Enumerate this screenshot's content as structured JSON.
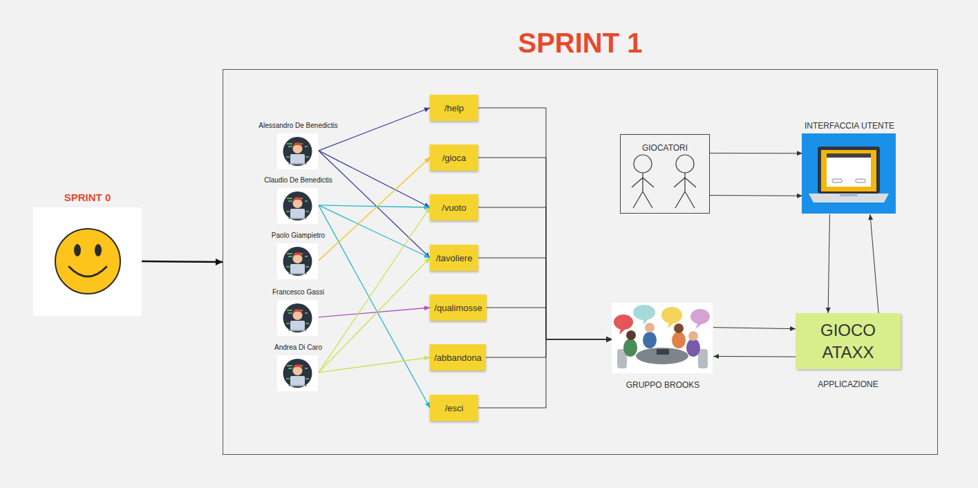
{
  "diagram": {
    "nodes": [
      {
        "text": [
          "SPRINT 0"
        ]
      },
      {
        "text": [
          "SPRINT 1"
        ]
      },
      {
        "text": [
          "Alessandro De Benedictis"
        ],
        "in": 1
      },
      {
        "text": [
          "Claudio De Benedictis"
        ],
        "in": 1
      },
      {
        "text": [
          "Paolo Giampietro"
        ],
        "in": 1
      },
      {
        "text": [
          "Francesco Gassi"
        ],
        "in": 1
      },
      {
        "text": [
          "Andrea Di Caro"
        ],
        "in": 1
      },
      {
        "text": [
          "/help"
        ],
        "in": 1
      },
      {
        "text": [
          "/gioca"
        ],
        "in": 1
      },
      {
        "text": [
          "/vuoto"
        ],
        "in": 1
      },
      {
        "text": [
          "/tavoliere"
        ],
        "in": 1
      },
      {
        "text": [
          "/qualimosse"
        ],
        "in": 1
      },
      {
        "text": [
          "/abbandona"
        ],
        "in": 1
      },
      {
        "text": [
          "/esci"
        ],
        "in": 1
      },
      {
        "text": [
          "GIOCATORI"
        ],
        "in": 1
      },
      {
        "text": [
          "INTERFACCIA UTENTE"
        ],
        "in": 1
      },
      {
        "text": [
          "GRUPPO BROOKS"
        ],
        "in": 1
      },
      {
        "text": [
          "GIOCO ATAXX",
          "APPLICAZIONE"
        ],
        "in": 1
      }
    ],
    "edges": [
      {
        "from": 0,
        "to": 1,
        "arrow": "to"
      },
      {
        "from": 2,
        "to": 7,
        "arrow": "to"
      },
      {
        "from": 2,
        "to": 9,
        "arrow": "to"
      },
      {
        "from": 2,
        "to": 10,
        "arrow": "to"
      },
      {
        "from": 3,
        "to": 9,
        "arrow": "to"
      },
      {
        "from": 3,
        "to": 10,
        "arrow": "to"
      },
      {
        "from": 3,
        "to": 13,
        "arrow": "to"
      },
      {
        "from": 4,
        "to": 8,
        "arrow": "to"
      },
      {
        "from": 5,
        "to": 11,
        "arrow": "to"
      },
      {
        "from": 6,
        "to": 9,
        "arrow": "to"
      },
      {
        "from": 6,
        "to": 10,
        "arrow": "to"
      },
      {
        "from": 6,
        "to": 12,
        "arrow": "to"
      },
      {
        "from": 7,
        "to": 16,
        "arrow": "to"
      },
      {
        "from": 8,
        "to": 16,
        "arrow": "to"
      },
      {
        "from": 9,
        "to": 16,
        "arrow": "to"
      },
      {
        "from": 10,
        "to": 16,
        "arrow": "to"
      },
      {
        "from": 11,
        "to": 16,
        "arrow": "to"
      },
      {
        "from": 12,
        "to": 16,
        "arrow": "to"
      },
      {
        "from": 13,
        "to": 16,
        "arrow": "to"
      },
      {
        "from": 14,
        "to": 15,
        "arrow": "to"
      },
      {
        "from": 14,
        "to": 15,
        "arrow": "to"
      },
      {
        "from": 15,
        "to": 17,
        "arrow": "to"
      },
      {
        "from": 17,
        "to": 15,
        "arrow": "to"
      },
      {
        "from": 16,
        "to": 17,
        "arrow": "to"
      },
      {
        "from": 17,
        "to": 16,
        "arrow": "to"
      }
    ]
  }
}
